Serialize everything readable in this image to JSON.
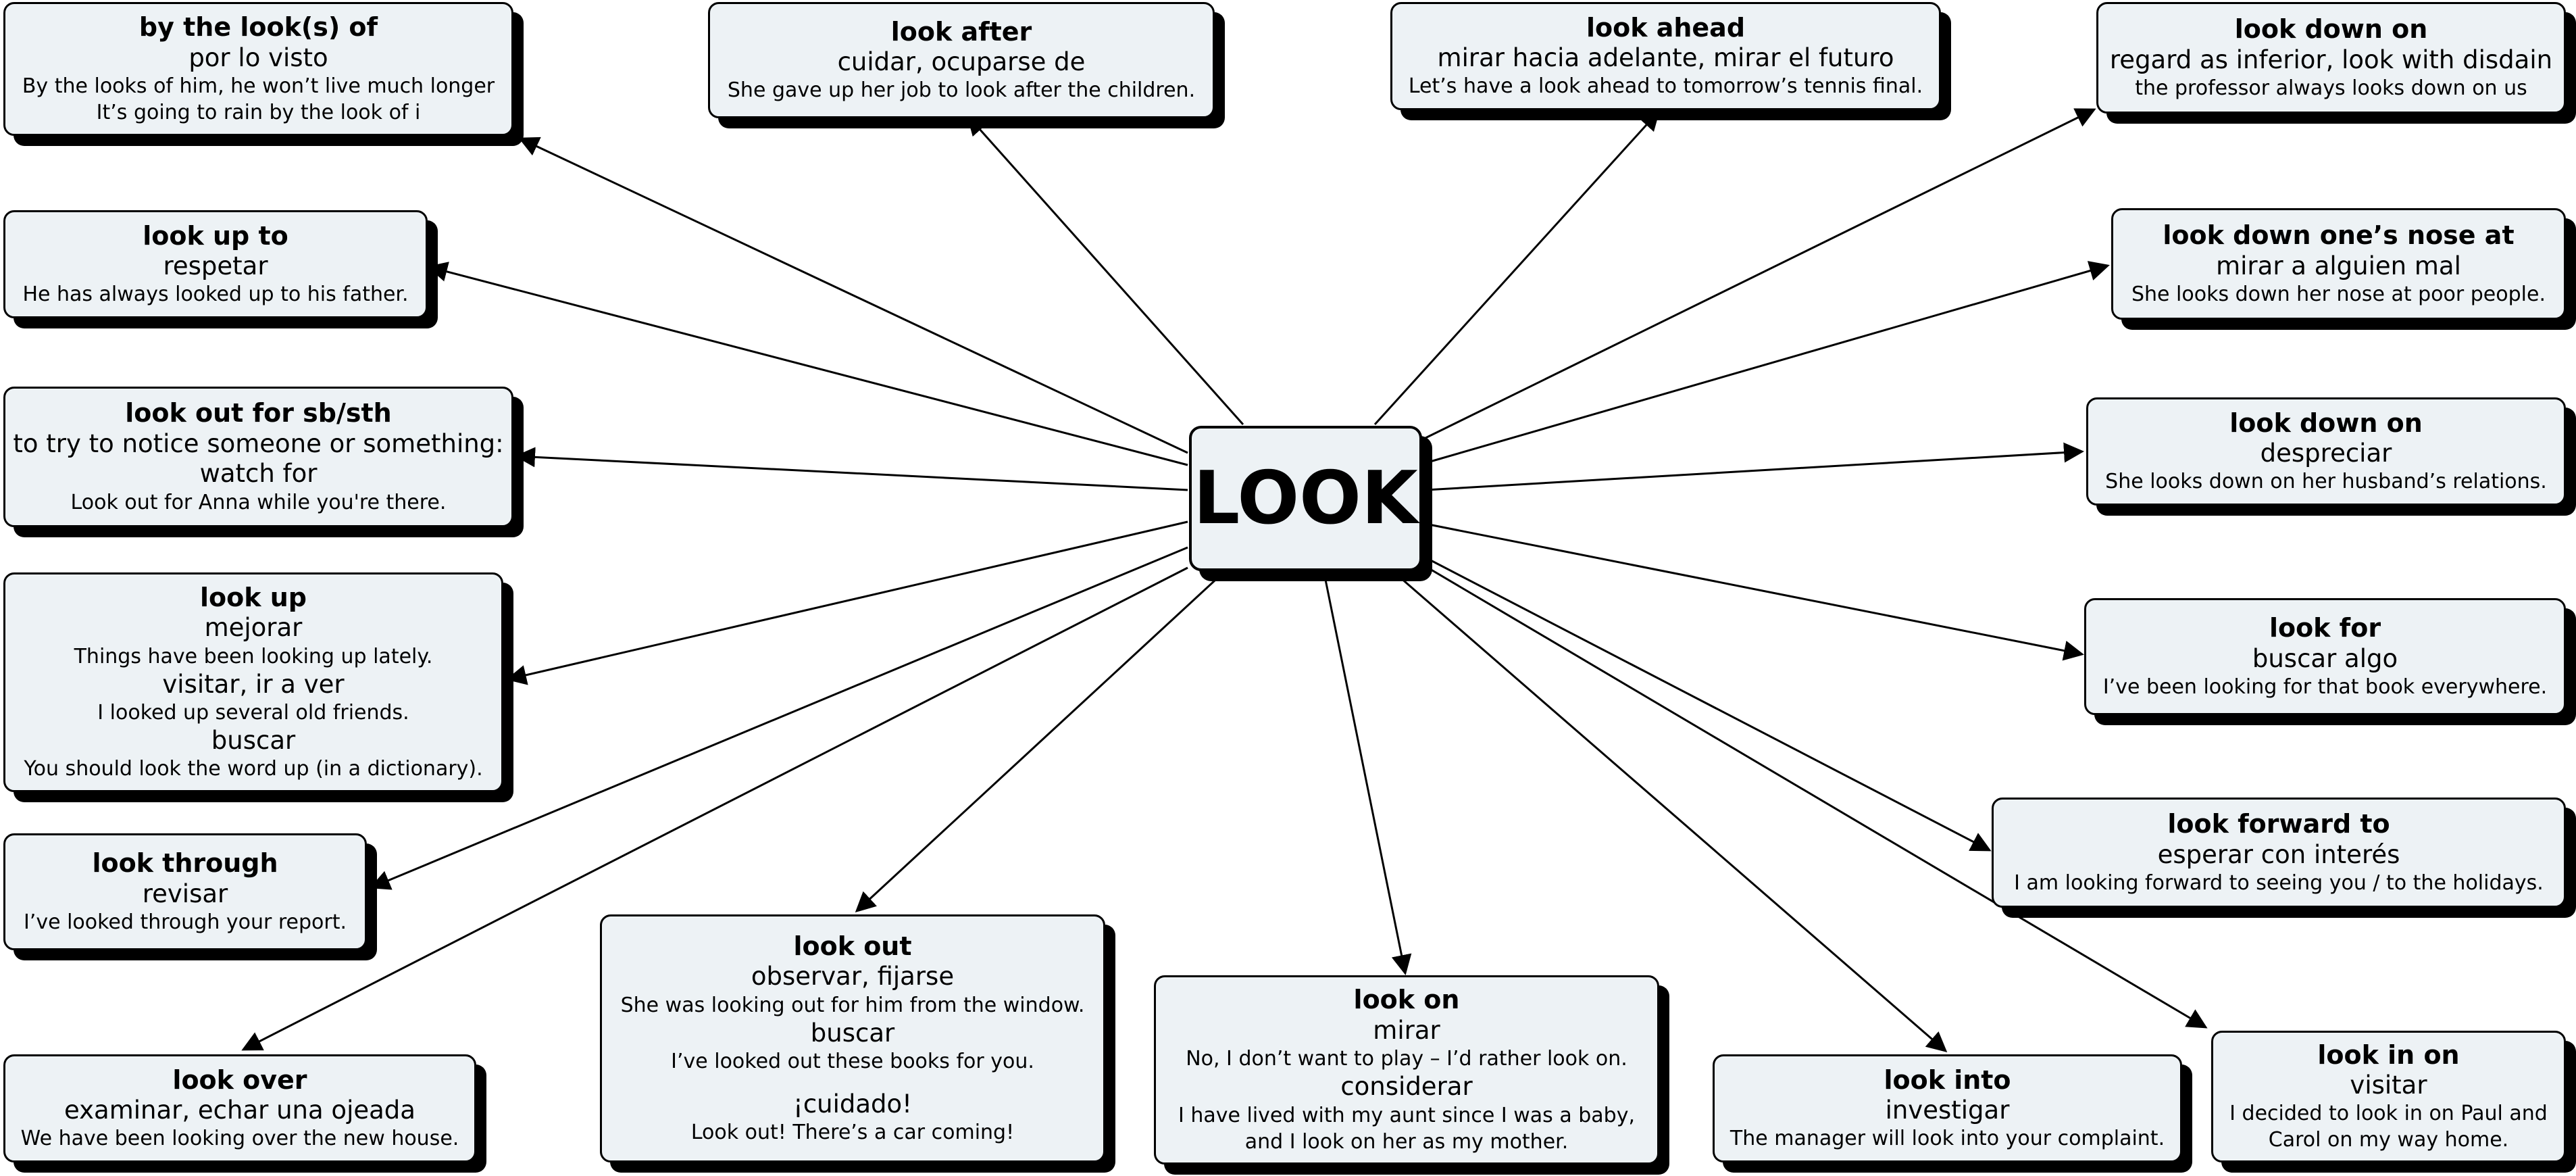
{
  "center": {
    "label": "LOOK"
  },
  "nodes": [
    {
      "title": "by the look(s) of",
      "meaning": "por lo visto",
      "examples": [
        "By the looks of him, he won’t live much longer",
        "It’s going to rain by the look of i"
      ]
    },
    {
      "title": "look after",
      "meaning": "cuidar, ocuparse de",
      "examples": [
        "She gave up her job to look after the children."
      ]
    },
    {
      "title": "look ahead",
      "meaning": "mirar hacia adelante, mirar el futuro",
      "examples": [
        "Let’s have a look ahead to tomorrow’s tennis final."
      ]
    },
    {
      "title": "look down on",
      "meaning": "regard as inferior, look with disdain",
      "examples": [
        "the professor always looks down on us"
      ]
    },
    {
      "title": "look up to",
      "meaning": "respetar",
      "examples": [
        "He has always looked up to his father."
      ]
    },
    {
      "title": "look down one’s nose at",
      "meaning": "mirar a alguien mal",
      "examples": [
        "She looks down her nose at poor people."
      ]
    },
    {
      "title": "look out for sb/sth",
      "meaning": "to try to notice someone or something:",
      "meaning2": "watch for",
      "examples": [
        "Look out for Anna while you're there."
      ]
    },
    {
      "title": "look down on",
      "meaning": "despreciar",
      "examples": [
        "She looks down on her husband’s relations."
      ]
    },
    {
      "title": "look up",
      "senses": [
        {
          "meaning": "mejorar",
          "example": "Things have been looking up lately."
        },
        {
          "meaning": "visitar, ir a ver",
          "example": "I looked up several old friends."
        },
        {
          "meaning": "buscar",
          "example": "You should look the word up (in a dictionary)."
        }
      ]
    },
    {
      "title": "look for",
      "meaning": "buscar algo",
      "examples": [
        "I’ve been looking for that book everywhere."
      ]
    },
    {
      "title": "look through",
      "meaning": "revisar",
      "examples": [
        "I’ve looked through your report."
      ]
    },
    {
      "title": "look forward to",
      "meaning": "esperar con interés",
      "examples": [
        "I am looking forward to seeing you / to the holidays."
      ]
    },
    {
      "title": "look out",
      "senses": [
        {
          "meaning": "observar, fijarse",
          "example": "She was looking out for him from the window."
        },
        {
          "meaning": "buscar",
          "example": "I’ve looked out these books for you."
        },
        {
          "meaning": "¡cuidado!",
          "example": "Look out! There’s a car coming!"
        }
      ]
    },
    {
      "title": "look on",
      "senses": [
        {
          "meaning": "mirar",
          "example": "No, I don’t want to play – I’d rather look on."
        },
        {
          "meaning": "considerar",
          "example": "I have lived with my aunt since I was a baby,",
          "example2": "and I look on her as my mother."
        }
      ]
    },
    {
      "title": "look over",
      "meaning": "examinar, echar una ojeada",
      "examples": [
        "We have been looking over the new house."
      ]
    },
    {
      "title": "look into",
      "meaning": "investigar",
      "examples": [
        "The manager will look into your complaint."
      ]
    },
    {
      "title": "look in on",
      "meaning": "visitar",
      "examples": [
        "I decided to look in on Paul and",
        "Carol on my way home."
      ]
    }
  ]
}
